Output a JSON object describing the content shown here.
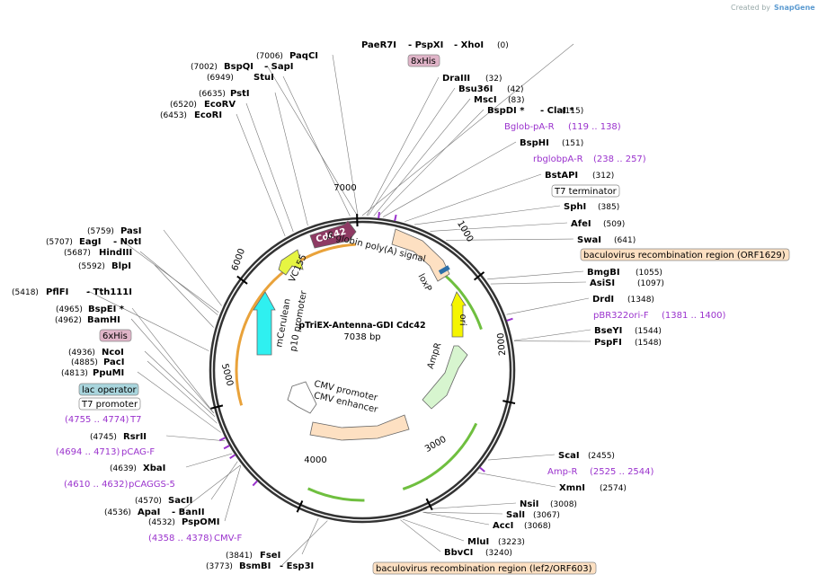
{
  "credit": {
    "created_by": "Created by",
    "brand": "SnapGene"
  },
  "plasmid": {
    "name": "pTriEX-Antenna-GDI Cdc42",
    "length_label": "7038 bp",
    "length": 7038
  },
  "ticks": [
    "1000",
    "2000",
    "3000",
    "4000",
    "5000",
    "6000",
    "7000"
  ],
  "sites": [
    {
      "name": "PaeR7I",
      "sep": "PspXI",
      "name3": "XhoI",
      "pos": "(0)",
      "bp": 0
    },
    {
      "name": "DraIII",
      "pos": "(32)",
      "bp": 32
    },
    {
      "name": "Bsu36I",
      "pos": "(42)",
      "bp": 42
    },
    {
      "name": "MscI",
      "pos": "(83)",
      "bp": 83
    },
    {
      "name": "BspDI *",
      "sep": "ClaI *",
      "pos": "(115)",
      "bp": 115
    },
    {
      "name": "BspHI",
      "pos": "(151)",
      "bp": 151
    },
    {
      "name": "BstAPI",
      "pos": "(312)",
      "bp": 312
    },
    {
      "name": "SphI",
      "pos": "(385)",
      "bp": 385
    },
    {
      "name": "AfeI",
      "pos": "(509)",
      "bp": 509
    },
    {
      "name": "SwaI",
      "pos": "(641)",
      "bp": 641
    },
    {
      "name": "BmgBI",
      "pos": "(1055)",
      "bp": 1055
    },
    {
      "name": "AsiSI",
      "pos": "(1097)",
      "bp": 1097
    },
    {
      "name": "DrdI",
      "pos": "(1348)",
      "bp": 1348
    },
    {
      "name": "BseYI",
      "pos": "(1544)",
      "bp": 1544
    },
    {
      "name": "PspFI",
      "pos": "(1548)",
      "bp": 1548
    },
    {
      "name": "ScaI",
      "pos": "(2455)",
      "bp": 2455
    },
    {
      "name": "XmnI",
      "pos": "(2574)",
      "bp": 2574
    },
    {
      "name": "NsiI",
      "pos": "(3008)",
      "bp": 3008
    },
    {
      "name": "SalI",
      "pos": "(3067)",
      "bp": 3067
    },
    {
      "name": "AccI",
      "pos": "(3068)",
      "bp": 3068
    },
    {
      "name": "MluI",
      "pos": "(3223)",
      "bp": 3223
    },
    {
      "name": "BbvCI",
      "pos": "(3240)",
      "bp": 3240
    },
    {
      "name": "FseI",
      "pos": "(3841)",
      "bp": 3841
    },
    {
      "name": "BsmBI",
      "sep": "Esp3I",
      "pos": "(3773)",
      "bp": 3773
    },
    {
      "name": "PspOMI",
      "pos": "(4532)",
      "bp": 4532
    },
    {
      "name": "ApaI",
      "sep": "BanII",
      "pos": "(4536)",
      "bp": 4536
    },
    {
      "name": "SacII",
      "pos": "(4570)",
      "bp": 4570
    },
    {
      "name": "XbaI",
      "pos": "(4639)",
      "bp": 4639
    },
    {
      "name": "RsrII",
      "pos": "(4745)",
      "bp": 4745
    },
    {
      "name": "PpuMI",
      "pos": "(4813)",
      "bp": 4813
    },
    {
      "name": "PacI",
      "pos": "(4885)",
      "bp": 4885
    },
    {
      "name": "NcoI",
      "pos": "(4936)",
      "bp": 4936
    },
    {
      "name": "BamHI",
      "pos": "(4962)",
      "bp": 4962
    },
    {
      "name": "BspEI *",
      "pos": "(4965)",
      "bp": 4965
    },
    {
      "name": "PflFI",
      "sep": "Tth111I",
      "pos": "(5418)",
      "bp": 5418
    },
    {
      "name": "BlpI",
      "pos": "(5592)",
      "bp": 5592
    },
    {
      "name": "HindIII",
      "pos": "(5687)",
      "bp": 5687
    },
    {
      "name": "EagI",
      "sep": "NotI",
      "pos": "(5707)",
      "bp": 5707
    },
    {
      "name": "PasI",
      "pos": "(5759)",
      "bp": 5759
    },
    {
      "name": "EcoRI",
      "pos": "(6453)",
      "bp": 6453
    },
    {
      "name": "EcoRV",
      "pos": "(6520)",
      "bp": 6520
    },
    {
      "name": "PstI",
      "pos": "(6635)",
      "bp": 6635
    },
    {
      "name": "StuI",
      "pos": "(6949)",
      "bp": 6949
    },
    {
      "name": "BspQI",
      "sep": "SapI",
      "pos": "(7002)",
      "bp": 7002
    },
    {
      "name": "PaqCI",
      "pos": "(7006)",
      "bp": 7006
    }
  ],
  "primers": [
    {
      "name": "Bglob-pA-R",
      "range": "(119 .. 138)"
    },
    {
      "name": "rbglobpA-R",
      "range": "(238 .. 257)"
    },
    {
      "name": "pBR322ori-F",
      "range": "(1381 .. 1400)"
    },
    {
      "name": "Amp-R",
      "range": "(2525 .. 2544)"
    },
    {
      "name": "CMV-F",
      "range": "(4358 .. 4378)"
    },
    {
      "name": "pCAGGS-5",
      "range": "(4610 .. 4632)"
    },
    {
      "name": "pCAG-F",
      "range": "(4694 .. 4713)"
    },
    {
      "name": "T7",
      "range": "(4755 .. 4774)"
    }
  ],
  "boxes": [
    {
      "text": "8xHis",
      "color": "#e0b4c8"
    },
    {
      "text": "T7 terminator",
      "color": "#ffffff"
    },
    {
      "text": "baculovirus recombination region (ORF1629)",
      "color": "#fde0c2"
    },
    {
      "text": "baculovirus recombination region (lef2/ORF603)",
      "color": "#fde0c2"
    },
    {
      "text": "6xHis",
      "color": "#e0b4c8"
    },
    {
      "text": "lac operator",
      "color": "#a9d5dd"
    },
    {
      "text": "T7 promoter",
      "color": "#ffffff"
    }
  ],
  "features": [
    {
      "name": "Cdc42",
      "color": "#8e3a63"
    },
    {
      "name": "VC155",
      "color": "#e6f542"
    },
    {
      "name": "mCerulean",
      "color": "#2ff0f0"
    },
    {
      "name": "p10 promoter",
      "color": "#ffffff"
    },
    {
      "name": "β-globin poly(A) signal",
      "color": "#fde0c2"
    },
    {
      "name": "loxP",
      "color": "#2d6fa8"
    },
    {
      "name": "ori",
      "color": "#f5f500"
    },
    {
      "name": "AmpR",
      "color": "#d7f5cf"
    },
    {
      "name": "CMV promoter",
      "color": "#ffffff"
    },
    {
      "name": "CMV enhancer",
      "color": "#fde0c2"
    }
  ],
  "colors": {
    "backbone": "#333333",
    "primer": "#9a32cd",
    "green_arc": "#6fbf3f",
    "orange_arc": "#e9a23a"
  }
}
